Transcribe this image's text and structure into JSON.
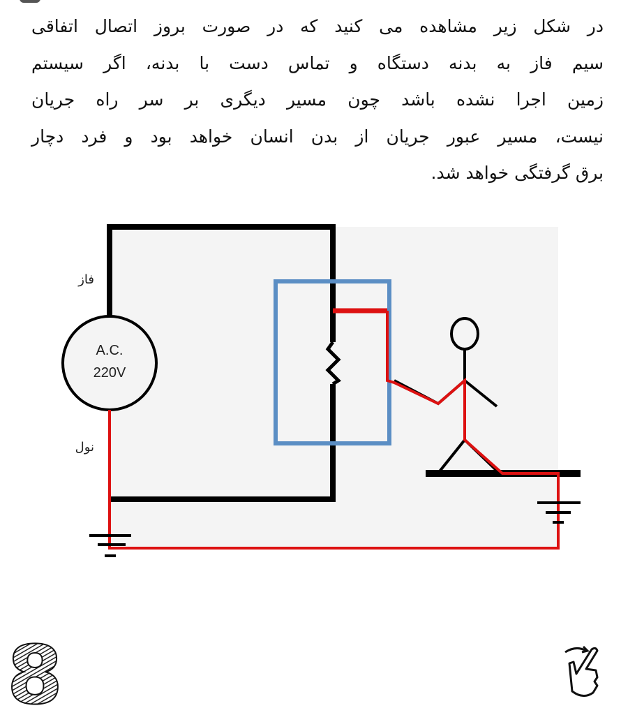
{
  "paragraph": {
    "lines": [
      "در شکل زیر مشاهده می کنید که در صورت بروز اتصال اتفاقی",
      "سیم فاز به بدنه دستگاه و تماس دست با بدنه، اگر سیستم",
      "زمین اجرا نشده باشد چون مسیر دیگری بر سر راه جریان",
      "نیست، مسیر عبور جریان از بدن انسان خواهد بود و فرد دچار",
      "برق گرفتگی خواهد شد."
    ]
  },
  "diagram": {
    "phase_label": "فاز",
    "neutral_label": "نول",
    "source_line1": "A.C.",
    "source_line2": "220V",
    "colors": {
      "wire": "#000000",
      "fault_path": "#dd1111",
      "device_body": "#5b8ec4",
      "background": "#f4f4f4"
    }
  },
  "footer": {
    "page_number": "8",
    "swipe_icon": "swipe-hand-icon"
  }
}
